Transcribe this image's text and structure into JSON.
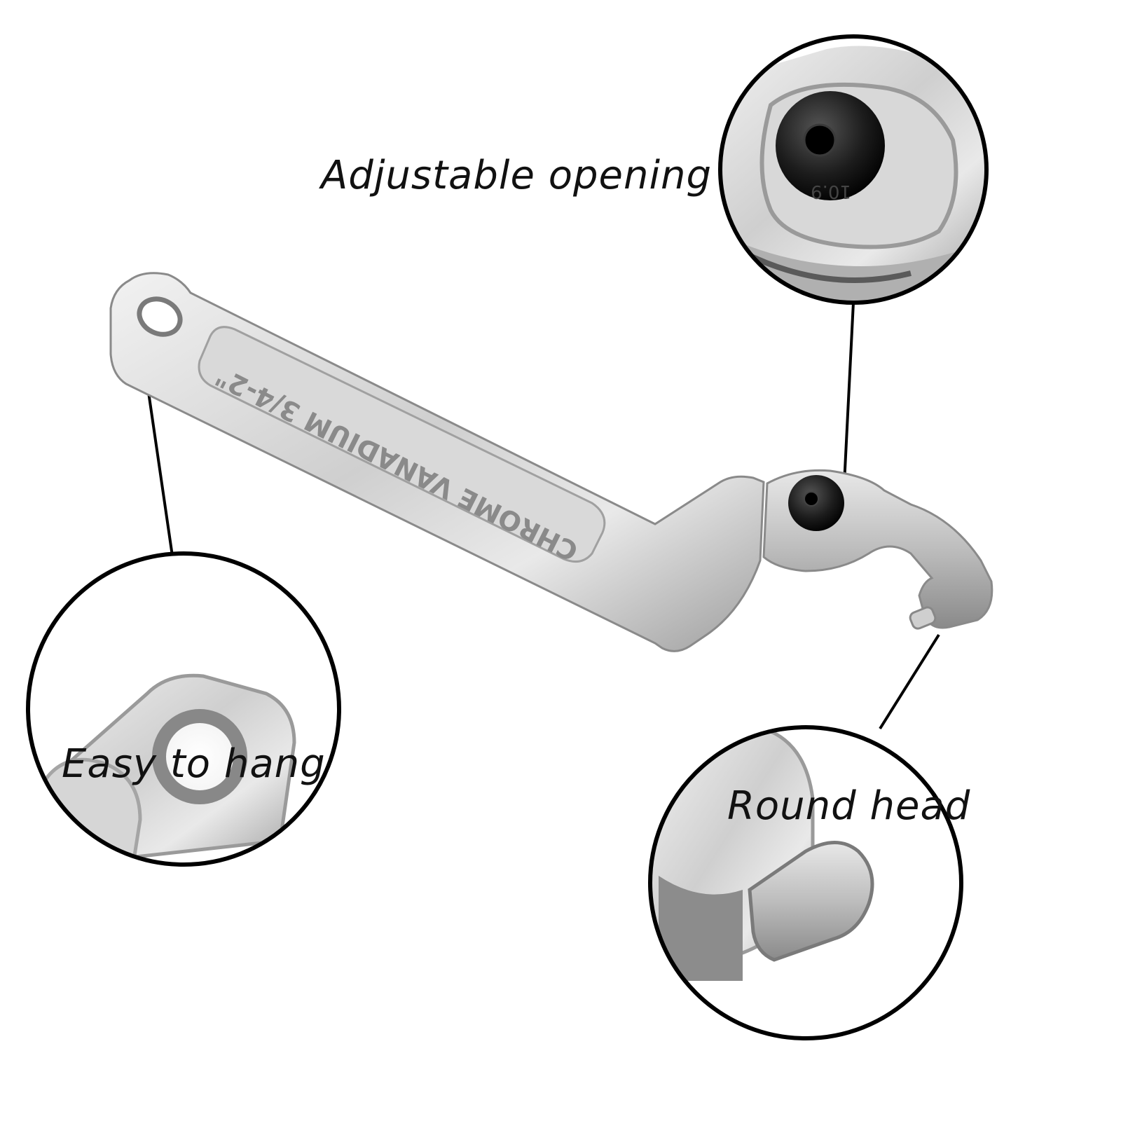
{
  "product": {
    "engraving": "CHROME VANADIUM 3/4-2\"",
    "bolt_marking": "10.9"
  },
  "callouts": {
    "adjustable_opening": "Adjustable opening",
    "easy_to_hang": "Easy to hang",
    "round_head": "Round head"
  },
  "colors": {
    "background": "#ffffff",
    "steel_light": "#e6e6e6",
    "steel_mid": "#b9b9b9",
    "steel_dark": "#7a7a7a",
    "bolt": "#1a1a1a",
    "outline": "#000000"
  }
}
